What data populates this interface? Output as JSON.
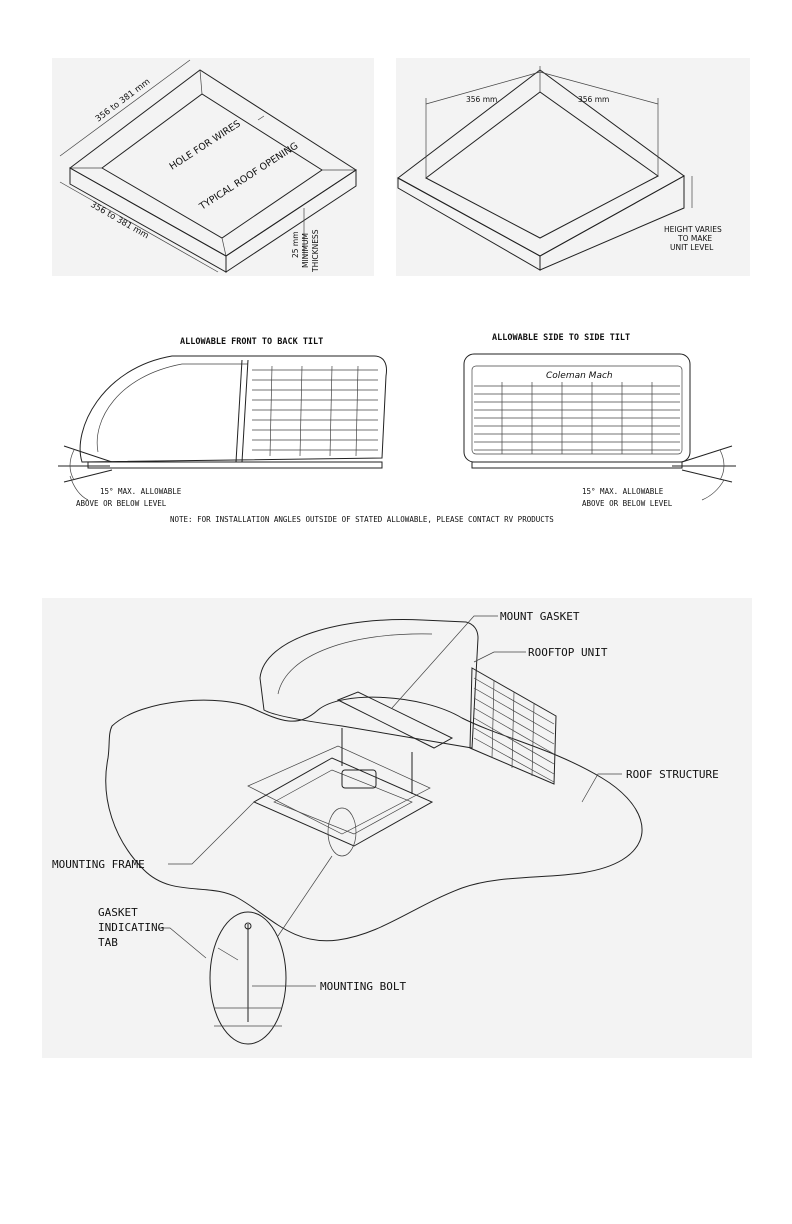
{
  "fig1": {
    "dim_top": "356 to 381 mm",
    "dim_left": "356 to 381 mm",
    "hole_label": "HOLE FOR WIRES",
    "opening_label": "TYPICAL ROOF OPENING",
    "thickness_line1": "25 mm",
    "thickness_line2": "MINIMUM",
    "thickness_line3": "THICKNESS"
  },
  "fig2": {
    "dim_left": "356 mm",
    "dim_right": "356 mm",
    "height_line1": "HEIGHT VARIES",
    "height_line2": "TO MAKE",
    "height_line3": "UNIT LEVEL"
  },
  "tilt": {
    "front_title": "ALLOWABLE FRONT TO BACK TILT",
    "side_title": "ALLOWABLE SIDE TO SIDE TILT",
    "front_max": "15° MAX. ALLOWABLE",
    "front_range": "ABOVE OR BELOW LEVEL",
    "side_max": "15° MAX. ALLOWABLE",
    "side_range": "ABOVE OR BELOW LEVEL",
    "brand": "Coleman Mach",
    "note": "NOTE: FOR INSTALLATION ANGLES OUTSIDE OF STATED ALLOWABLE, PLEASE CONTACT RV PRODUCTS"
  },
  "assembly": {
    "mount_gasket": "MOUNT GASKET",
    "rooftop_unit": "ROOFTOP UNIT",
    "roof_structure": "ROOF STRUCTURE",
    "mounting_frame": "MOUNTING FRAME",
    "gasket_line1": "GASKET",
    "gasket_line2": "INDICATING",
    "gasket_line3": "TAB",
    "mounting_bolt": "MOUNTING BOLT"
  }
}
